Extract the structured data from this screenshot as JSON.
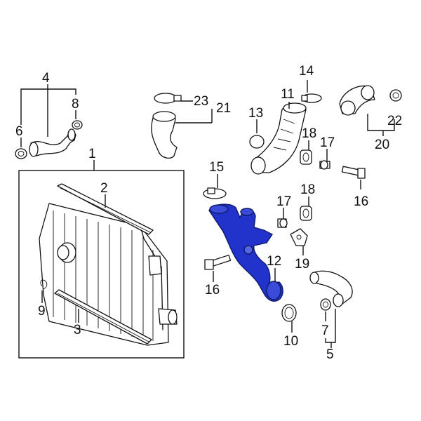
{
  "colors": {
    "highlight": "#2233cc",
    "line": "#111111",
    "background": "#ffffff"
  },
  "callouts": {
    "c1": "1",
    "c2": "2",
    "c3": "3",
    "c4": "4",
    "c5": "5",
    "c6a": "6",
    "c7": "7",
    "c8": "8",
    "c9": "9",
    "c10": "10",
    "c11": "11",
    "c12": "12",
    "c13": "13",
    "c14": "14",
    "c15": "15",
    "c16a": "16",
    "c16b": "16",
    "c17a": "17",
    "c17b": "17",
    "c18a": "18",
    "c18b": "18",
    "c19": "19",
    "c20": "20",
    "c21": "21",
    "c22": "22",
    "c23": "23"
  }
}
